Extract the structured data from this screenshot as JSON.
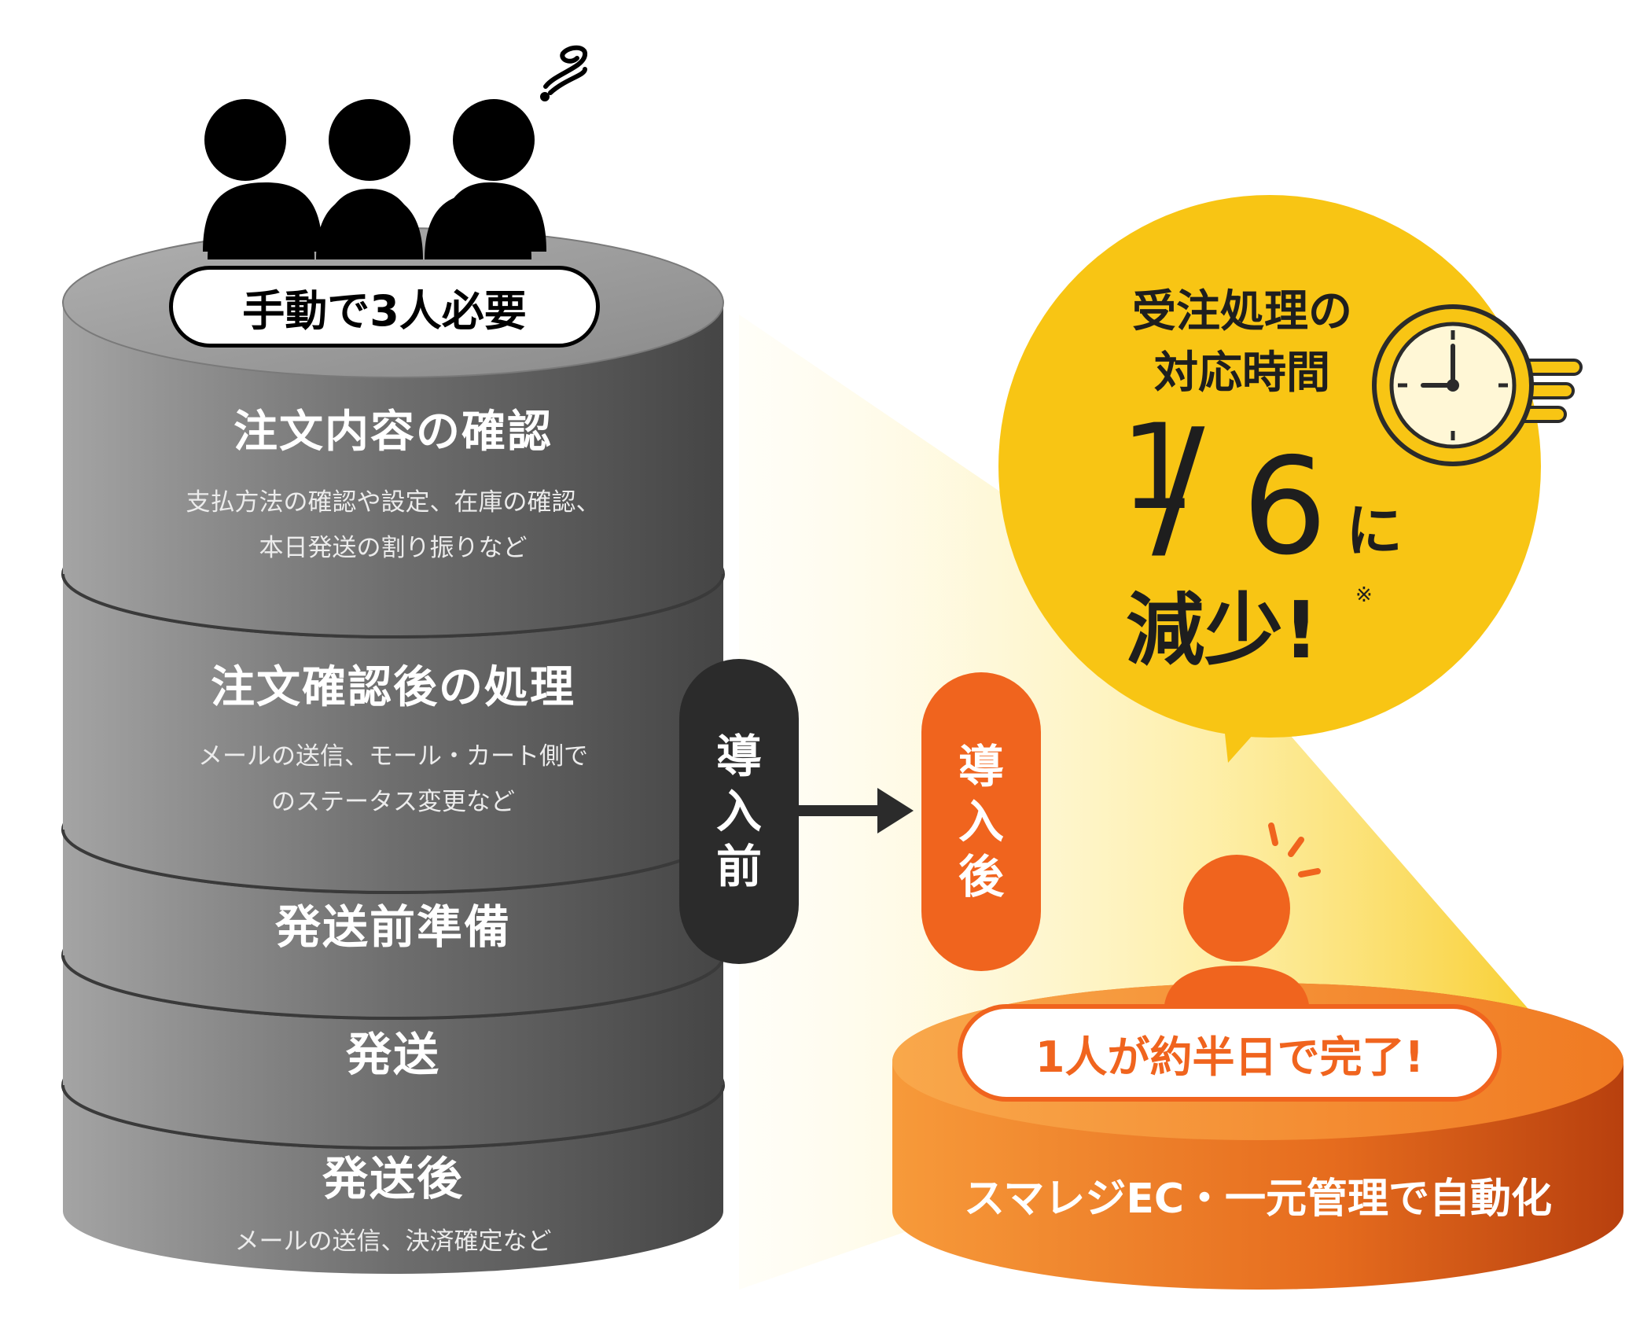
{
  "before": {
    "staff_label": "手動で3人必要",
    "steps": [
      {
        "title": "注文内容の確認",
        "desc": [
          "支払方法の確認や設定、在庫の確認、",
          "本日発送の割り振りなど"
        ]
      },
      {
        "title": "注文確認後の処理",
        "desc": [
          "メールの送信、モール・カート側で",
          "のステータス変更など"
        ]
      },
      {
        "title": "発送前準備",
        "desc": []
      },
      {
        "title": "発送",
        "desc": []
      },
      {
        "title": "発送後",
        "desc": [
          "メールの送信、決済確定など"
        ]
      }
    ],
    "pill_chars": [
      "導",
      "入",
      "前"
    ]
  },
  "after": {
    "pill_chars": [
      "導",
      "入",
      "後"
    ],
    "staff_label": "1人が約半日で完了!",
    "platform_label": "スマレジEC・一元管理で自動化"
  },
  "callout": {
    "line1": "受注処理の",
    "line2": "対応時間",
    "fraction_num": "1",
    "fraction_slash": "/",
    "fraction_den": "6",
    "particle": "に",
    "result": "減少!",
    "note_mark": "※"
  },
  "colors": {
    "stack_gray": "#5e5e5e",
    "pill_dark": "#2b2b2b",
    "after_orange": "#f0641e",
    "callout_yellow": "#f8c514"
  },
  "icons": [
    "people-group-icon",
    "confused-swirl-icon",
    "person-icon",
    "alert-rays-icon",
    "clock-icon",
    "arrow-right-icon"
  ]
}
